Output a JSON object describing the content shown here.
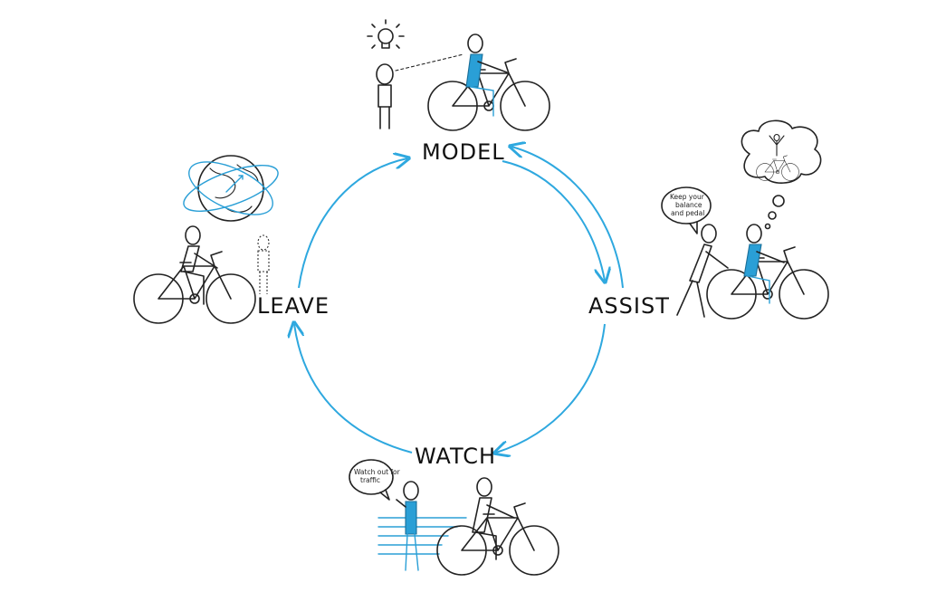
{
  "stages": {
    "model": "MODEL",
    "assist": "ASSIST",
    "watch": "WATCH",
    "leave": "LEAVE"
  },
  "bubbles": {
    "assist_line1": "Keep your",
    "assist_line2": "balance",
    "assist_line3": "and pedal",
    "watch_line1": "Watch out for",
    "watch_line2": "traffic"
  },
  "colors": {
    "accent": "#2ea8df",
    "ink": "#222222"
  },
  "icons": [
    "lightbulb-icon",
    "globe-icon",
    "bicycle-icon",
    "thought-bubble-icon",
    "speech-bubble-icon"
  ]
}
